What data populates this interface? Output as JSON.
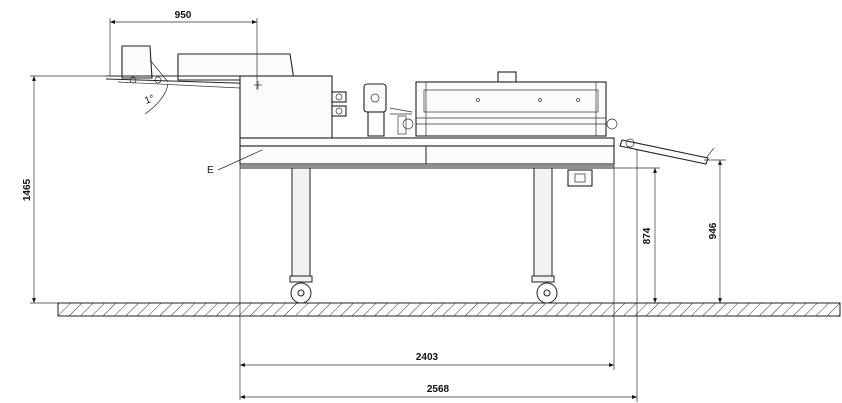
{
  "dimensions": {
    "top_width": "950",
    "overall_height": "1465",
    "table_height": "874",
    "outfeed_height": "946",
    "table_length": "2403",
    "overall_length": "2568"
  },
  "labels": {
    "part_e": "E",
    "angle": "1°"
  },
  "colors": {
    "line": "#222222",
    "background": "#ffffff"
  }
}
